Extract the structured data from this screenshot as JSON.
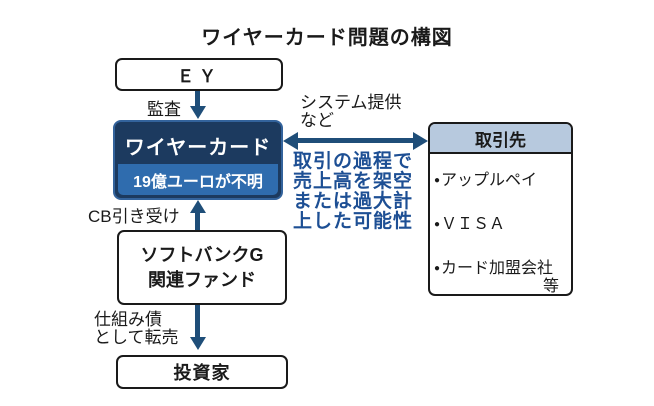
{
  "title": "ワイヤーカード問題の構図",
  "colors": {
    "arrow_navy": "#1f4e79",
    "wirecard_dark": "#1c3a5f",
    "wirecard_band_blue": "#2f6cae",
    "partners_header_bg": "#b7c9de",
    "annotation_blue": "#1d4f94",
    "box_border": "#1a1a1a"
  },
  "nodes": {
    "ey": {
      "label": "ＥＹ"
    },
    "wirecard": {
      "label": "ワイヤーカード",
      "status": "19億ユーロが不明"
    },
    "partners": {
      "header": "取引先",
      "items": [
        "アップルペイ",
        "ＶＩＳＡ",
        "カード加盟会社"
      ],
      "suffix": "等"
    },
    "softbank": {
      "line1": "ソフトバンクG",
      "line2": "関連ファンド"
    },
    "investors": {
      "label": "投資家"
    }
  },
  "edges": {
    "audit": {
      "label": "監査"
    },
    "system": {
      "line1": "システム提供",
      "line2": "など"
    },
    "cb": {
      "label": "CB引き受け"
    },
    "resale": {
      "line1": "仕組み債",
      "line2": "として転売"
    }
  },
  "annotation": {
    "line1": "取引の過程で",
    "line2": "売上高を架空",
    "line3": "または過大計",
    "line4": "上した可能性"
  }
}
